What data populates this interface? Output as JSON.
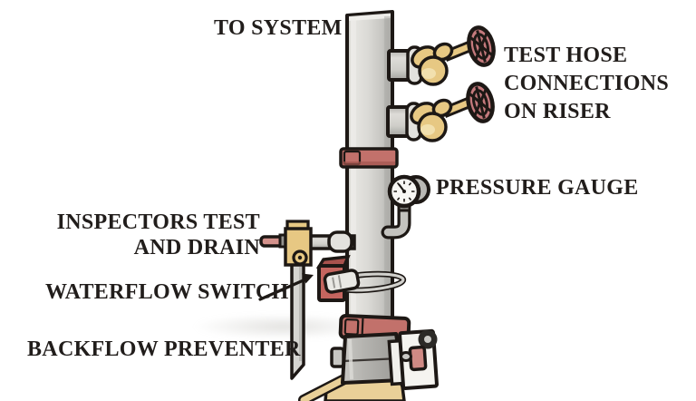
{
  "labels": {
    "to_system": "TO SYSTEM",
    "test_hose_connections": {
      "lines": [
        "TEST HOSE",
        "CONNECTIONS",
        "ON RISER"
      ]
    },
    "pressure_gauge": "PRESSURE GAUGE",
    "inspectors_test": {
      "lines": [
        "INSPECTORS TEST",
        "AND DRAIN"
      ]
    },
    "waterflow_switch": "WATERFLOW SWITCH",
    "backflow_preventer": "BACKFLOW PREVENTER"
  },
  "palette": {
    "background": "#ffffff",
    "outline": "#1d1815",
    "label_text": "#211d1b",
    "pipe_gray": "#d8d7d3",
    "pipe_shadow": "#aeada9",
    "coupling_red": "#c2716b",
    "handwheel_pink": "#c57a7d",
    "brass_yellow": "#e7c883",
    "valve_handle_pink": "#d4928c",
    "switch_box_red": "#c4655f",
    "plate_white": "#f5f4f0",
    "supply_tan": "#e9d098"
  }
}
